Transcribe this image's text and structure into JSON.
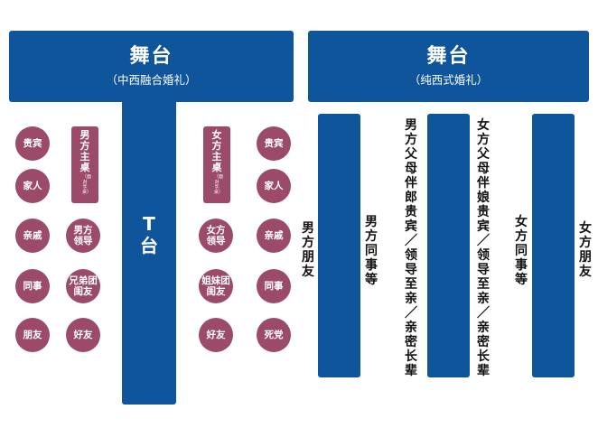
{
  "left": {
    "stage_title": "舞台",
    "stage_subtitle": "（中西融合婚礼）",
    "runway_label": "T台",
    "groom_side": {
      "main_table": {
        "label": "男方主桌",
        "note": "（面对长桌）"
      },
      "circles": [
        "贵宾",
        "家人",
        "亲戚",
        "男方领导",
        "同事",
        "兄弟团闺友",
        "朋友",
        "好友"
      ]
    },
    "bride_side": {
      "main_table": {
        "label": "女方主桌",
        "note": "（面对长桌）"
      },
      "circles": [
        "贵宾",
        "家人",
        "女方领导",
        "亲戚",
        "姐妹团闺友",
        "同事",
        "好友",
        "死党"
      ]
    }
  },
  "right": {
    "stage_title": "舞台",
    "stage_subtitle": "（纯西式婚礼）",
    "columns": [
      "男方朋友",
      "男方同事等",
      "男方父母 伴郎 贵宾／领导 至亲／亲密长辈",
      "女方父母 伴娘 贵宾／领导 至亲／亲密长辈",
      "女方同事等",
      "女方朋友"
    ]
  },
  "colors": {
    "blue": "#0f559b",
    "plum": "#9c4a69",
    "text": "#111111"
  }
}
